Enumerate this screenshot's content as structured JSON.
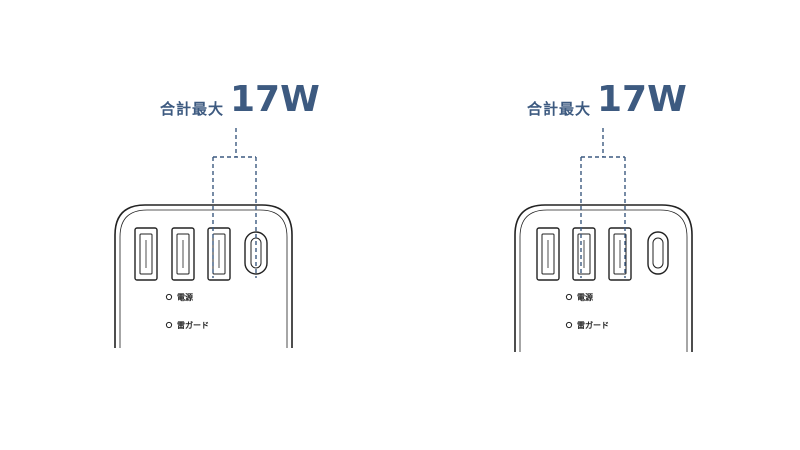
{
  "panels": [
    {
      "id": "left",
      "callout_label": "合計最大",
      "callout_value": "17W",
      "power_label": "電源",
      "guard_label": "雷ガード"
    },
    {
      "id": "right",
      "callout_label": "合計最大",
      "callout_value": "17W",
      "power_label": "電源",
      "guard_label": "雷ガード"
    }
  ],
  "colors": {
    "accent": "#3d5a80",
    "outline": "#222222",
    "background": "#ffffff"
  }
}
